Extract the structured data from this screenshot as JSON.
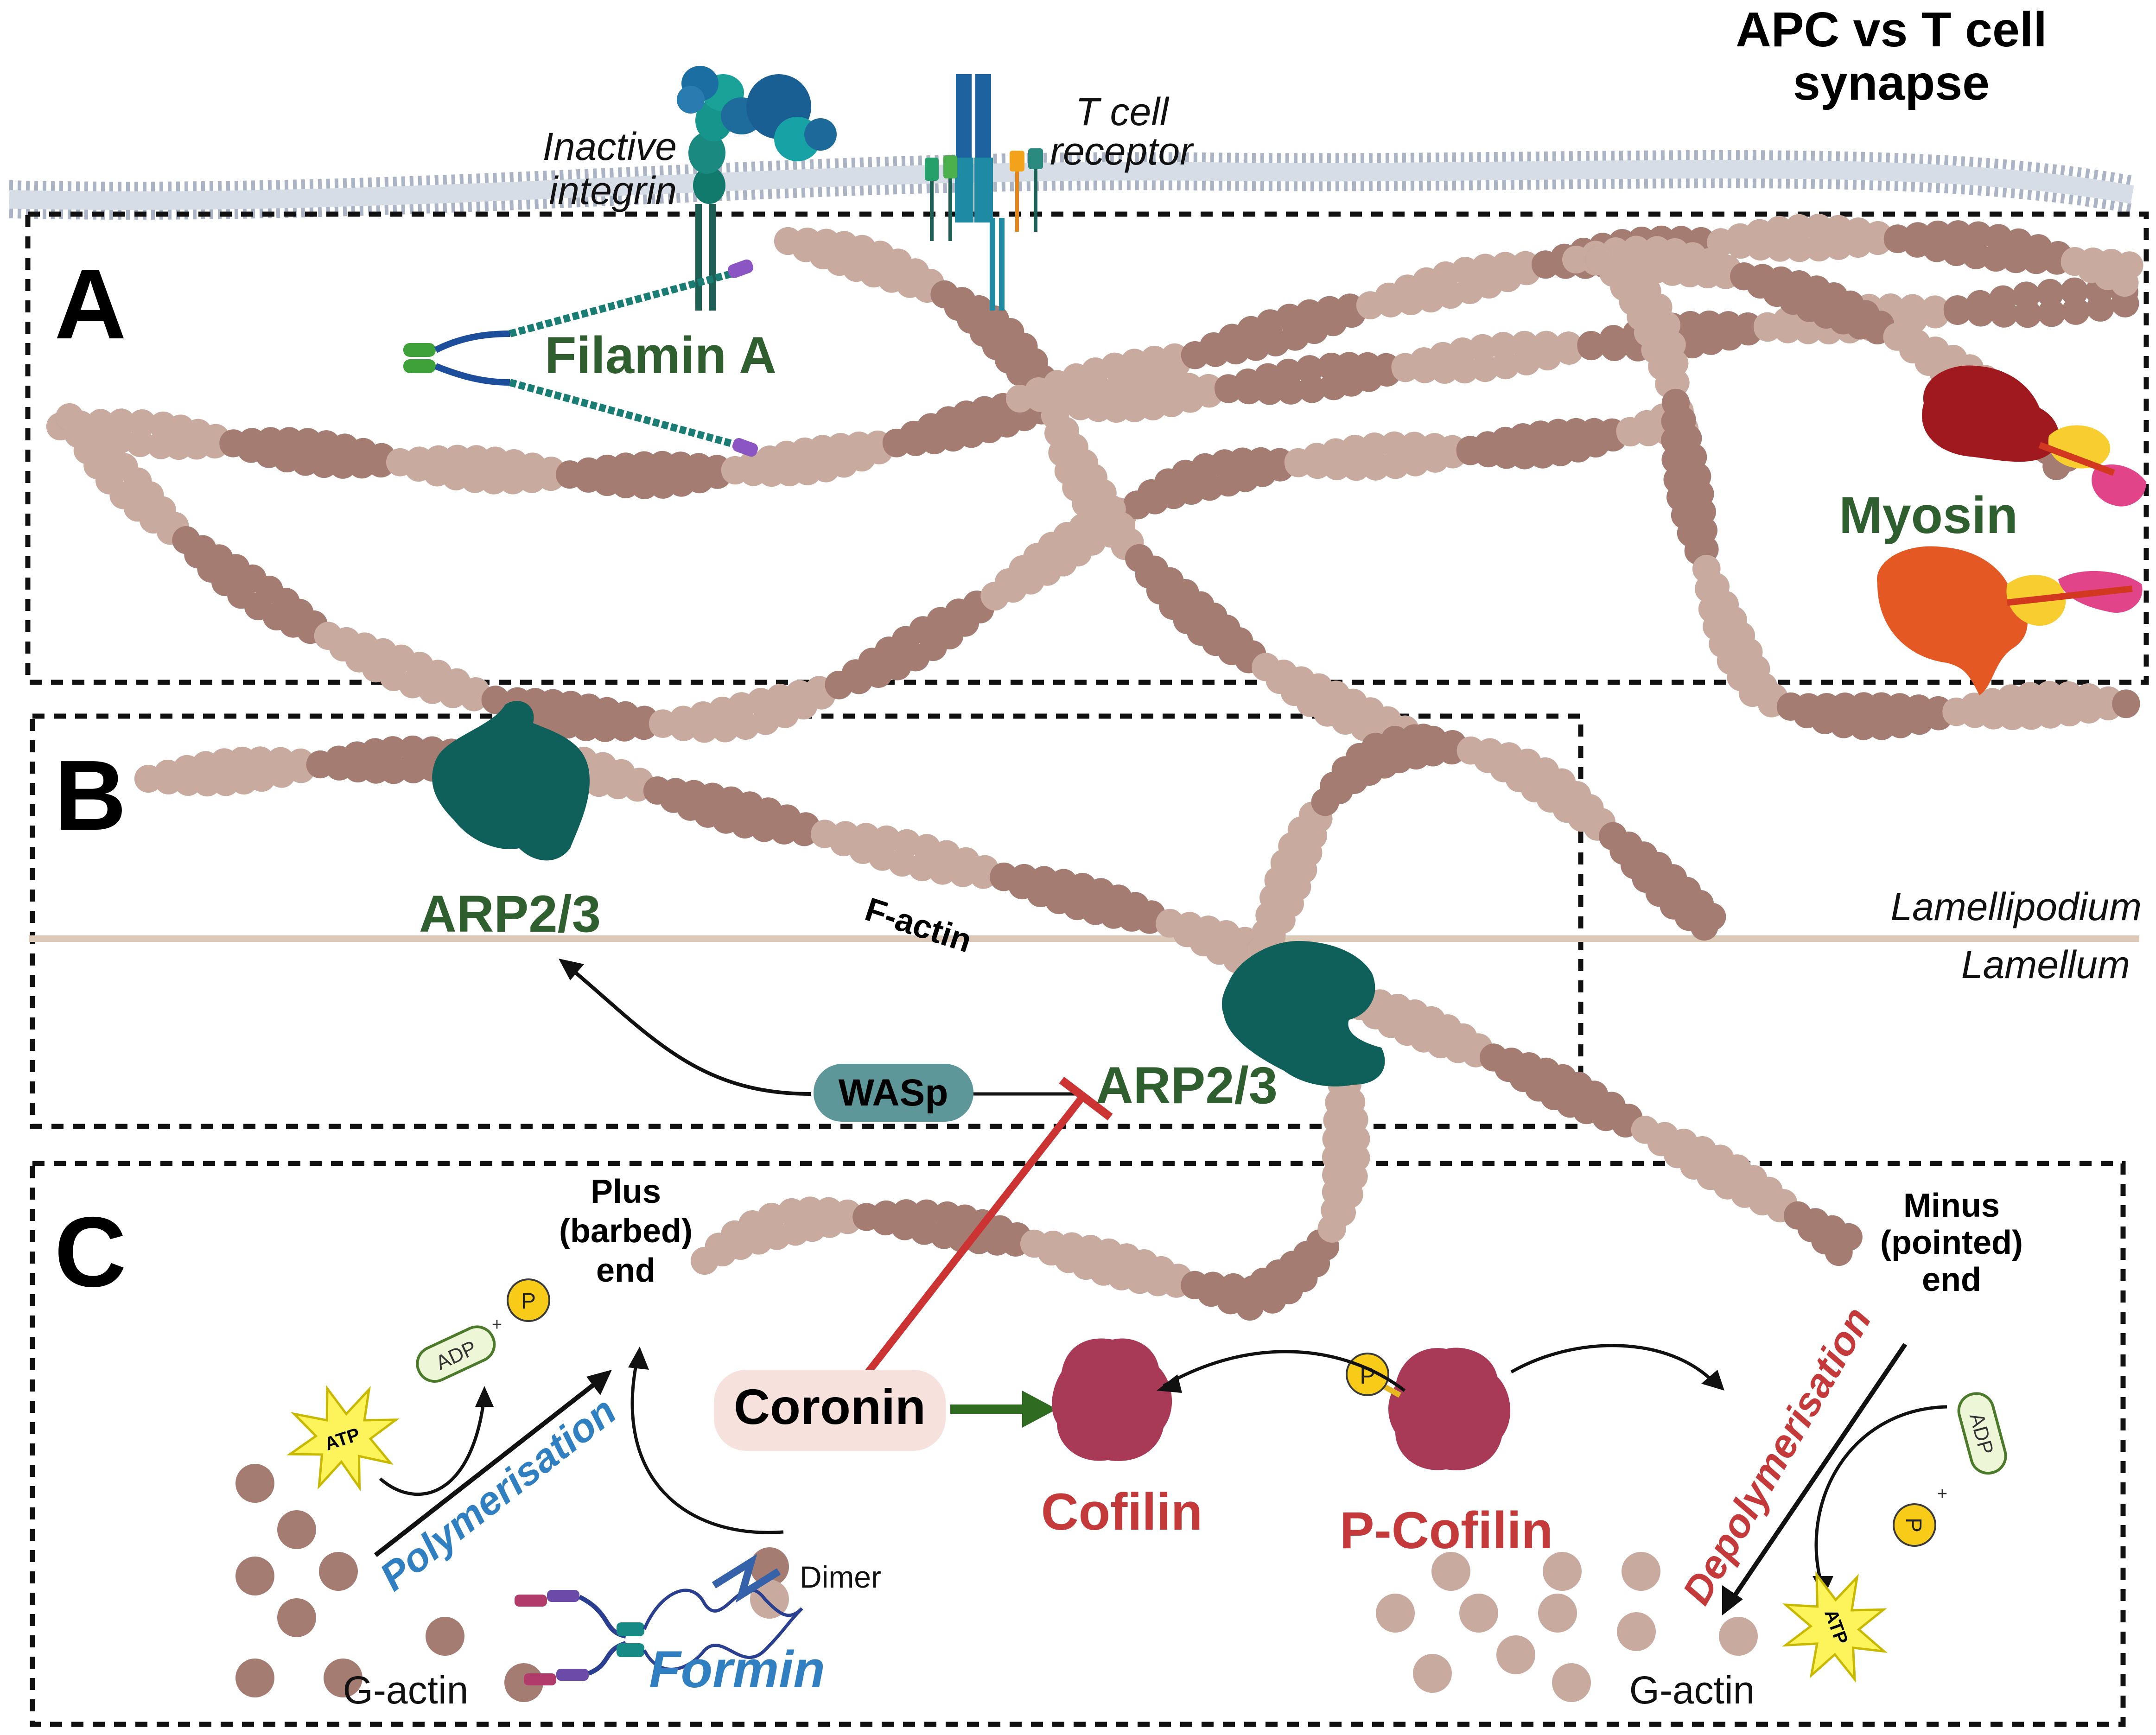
{
  "title": {
    "line1": "APC vs T cell",
    "line2": "synapse"
  },
  "panels": {
    "a": "A",
    "b": "B",
    "c": "C"
  },
  "labels": {
    "inactive_integrin_1": "Inactive",
    "inactive_integrin_2": "integrin",
    "tcr_1": "T cell",
    "tcr_2": "receptor",
    "filamin": "Filamin A",
    "myosin": "Myosin",
    "arp23_left": "ARP2/3",
    "arp23_right": "ARP2/3",
    "factin": "F-actin",
    "lamellipodium": "Lamellipodium",
    "lamellum": "Lamellum",
    "wasp": "WASp",
    "plus_1": "Plus",
    "plus_2": "(barbed)",
    "plus_3": "end",
    "minus_1": "Minus",
    "minus_2": "(pointed)",
    "minus_3": "end",
    "polymerisation": "Polymerisation",
    "depolymerisation": "Depolymerisation",
    "coronin": "Coronin",
    "cofilin": "Cofilin",
    "pcofilin": "P-Cofilin",
    "formin": "Formin",
    "dimer": "Dimer",
    "gactin_left": "G-actin",
    "gactin_right": "G-actin",
    "adp_left": "ADP",
    "adp_right": "ADP",
    "p_left": "P",
    "p_right": "P",
    "p_cofilin": "P",
    "plus_sign_left": "+",
    "plus_sign_right": "+",
    "atp_left": "ATP",
    "atp_right": "ATP"
  },
  "colors": {
    "actin_dark": "#a47c72",
    "actin_light": "#c9aa9f",
    "label_green": "#2f5f2e",
    "arp_teal": "#0f5f5a",
    "wasp_pill": "#5e9799",
    "blue_text": "#2f7fc1",
    "red_text": "#c43a3a",
    "cofilin": "#a83a58",
    "coronin_pill": "#f6e1dd",
    "inhibit_red": "#cc3333",
    "arrow_green": "#2f6b21",
    "myosin_red": "#a0191f",
    "myosin_orange": "#e45824",
    "myosin_yellow": "#f7cd2f",
    "myosin_pink": "#e2448a",
    "membrane": "#aab4c4",
    "lamella_line": "#ddc9b8"
  }
}
